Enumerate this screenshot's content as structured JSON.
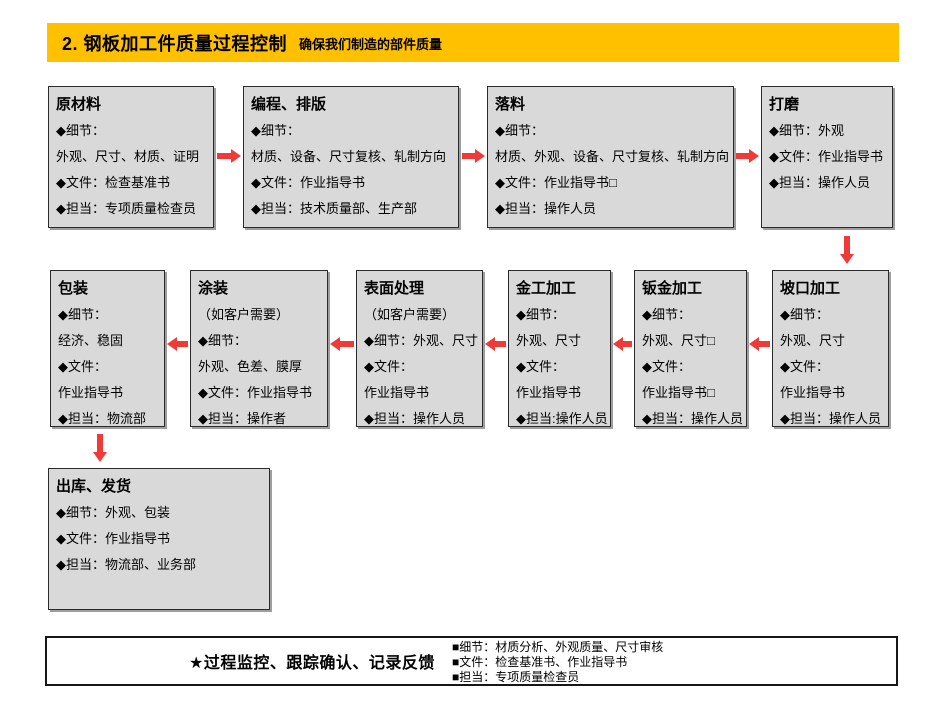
{
  "header": {
    "title": "2. 钢板加工件质量过程控制",
    "subtitle": "确保我们制造的部件质量"
  },
  "boxes": [
    {
      "id": "raw-material",
      "title": "原材料",
      "lines": [
        "◆细节：",
        "外观、尺寸、材质、证明",
        "◆文件：检查基准书",
        "◆担当：专项质量检查员"
      ]
    },
    {
      "id": "programming-layout",
      "title": "编程、排版",
      "lines": [
        "◆细节：",
        "材质、设备、尺寸复核、轧制方向",
        "◆文件：作业指导书",
        "◆担当：技术质量部、生产部"
      ]
    },
    {
      "id": "blanking",
      "title": "落料",
      "lines": [
        "◆细节：",
        "材质、外观、设备、尺寸复核、轧制方向",
        "◆文件：作业指导书□",
        "◆担当：操作人员"
      ]
    },
    {
      "id": "grinding",
      "title": "打磨",
      "lines": [
        "◆细节：外观",
        "◆文件：作业指导书",
        "◆担当：操作人员"
      ]
    },
    {
      "id": "packaging",
      "title": "包装",
      "lines": [
        "◆细节：",
        "经济、稳固",
        "◆文件：",
        "作业指导书",
        "◆担当：物流部"
      ]
    },
    {
      "id": "painting",
      "title": "涂装",
      "lines": [
        "（如客户需要）",
        "◆细节：",
        "外观、色差、膜厚",
        "◆文件：作业指导书",
        "◆担当：操作者"
      ]
    },
    {
      "id": "surface-treatment",
      "title": "表面处理",
      "lines": [
        "（如客户需要）",
        "◆细节：外观、尺寸",
        "◆文件：",
        "作业指导书",
        "◆担当：操作人员"
      ]
    },
    {
      "id": "metalworking",
      "title": "金工加工",
      "lines": [
        "◆细节：",
        "外观、尺寸",
        "◆文件：",
        "作业指导书",
        "◆担当:操作人员"
      ]
    },
    {
      "id": "sheet-metal",
      "title": "钣金加工",
      "lines": [
        "◆细节：",
        "外观、尺寸□",
        "◆文件：",
        "作业指导书□",
        "◆担当：操作人员"
      ]
    },
    {
      "id": "beveling",
      "title": "坡口加工",
      "lines": [
        "◆细节：",
        "外观、尺寸",
        "◆文件：",
        "作业指导书",
        "◆担当：操作人员"
      ]
    },
    {
      "id": "shipping",
      "title": "出库、发货",
      "lines": [
        "◆细节：外观、包装",
        "◆文件：作业指导书",
        "◆担当：物流部、业务部"
      ]
    }
  ],
  "footer": {
    "highlight": "★过程监控、跟踪确认、记录反馈",
    "items": [
      "■细节：材质分析、外观质量、尺寸审核",
      "■文件：检查基准书、作业指导书",
      "■担当：专项质量检查员"
    ]
  },
  "colors": {
    "header_bg": "#FFC000",
    "box_fill": "#D9D9D9",
    "box_border": "#2B2B2B",
    "arrow": "#EF3B38"
  }
}
